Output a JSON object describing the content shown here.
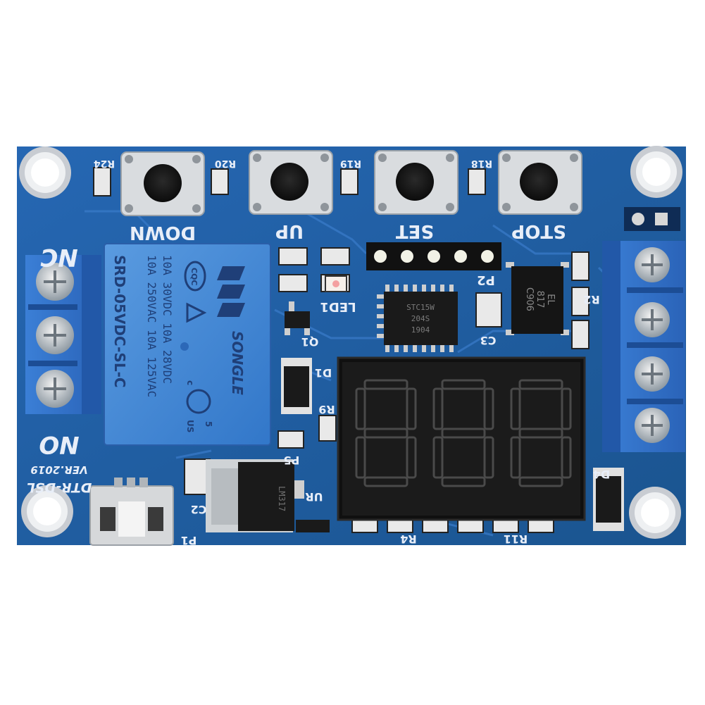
{
  "board": {
    "buttons": [
      "DOWN",
      "UP",
      "SET",
      "STOP"
    ],
    "resistor_labels": [
      "R24",
      "R20",
      "R19",
      "R18"
    ],
    "terminals_left": {
      "top": "NC",
      "bottom": "NO"
    },
    "model": "DTR-DSL",
    "version": "VER.2019",
    "refs": {
      "led": "LED1",
      "q": "Q1",
      "d1": "D1",
      "p2": "P2",
      "p1": "P1",
      "c2": "C2",
      "c3": "C3",
      "r4": "R4",
      "r11": "R11",
      "d4": "D4",
      "r2": "R2",
      "r9": "R9",
      "p5": "P5",
      "ur": "UR"
    },
    "display_digits": "888"
  },
  "relay": {
    "brand": "SONGLE",
    "model": "SRD-05VDC-SL-C",
    "ratings": [
      "10A 250VAC  10A 125VAC",
      "10A 30VDC  10A 28VDC"
    ],
    "marks": [
      "CQC",
      "c",
      "US",
      "5"
    ]
  },
  "ic": {
    "main_lines": [
      "STC15W",
      "204S",
      "1904"
    ],
    "opto_lines": [
      "EL",
      "817",
      "C906"
    ]
  },
  "regulator": "LM317",
  "colors": {
    "pcb": "#1f5fa8",
    "pcb_dark": "#174a86",
    "relay": "#3f86d6",
    "terminal": "#2f6fc9",
    "silk": "#e8eef8",
    "display": "#1b1b1b",
    "segment_off": "#4a4a4a"
  }
}
